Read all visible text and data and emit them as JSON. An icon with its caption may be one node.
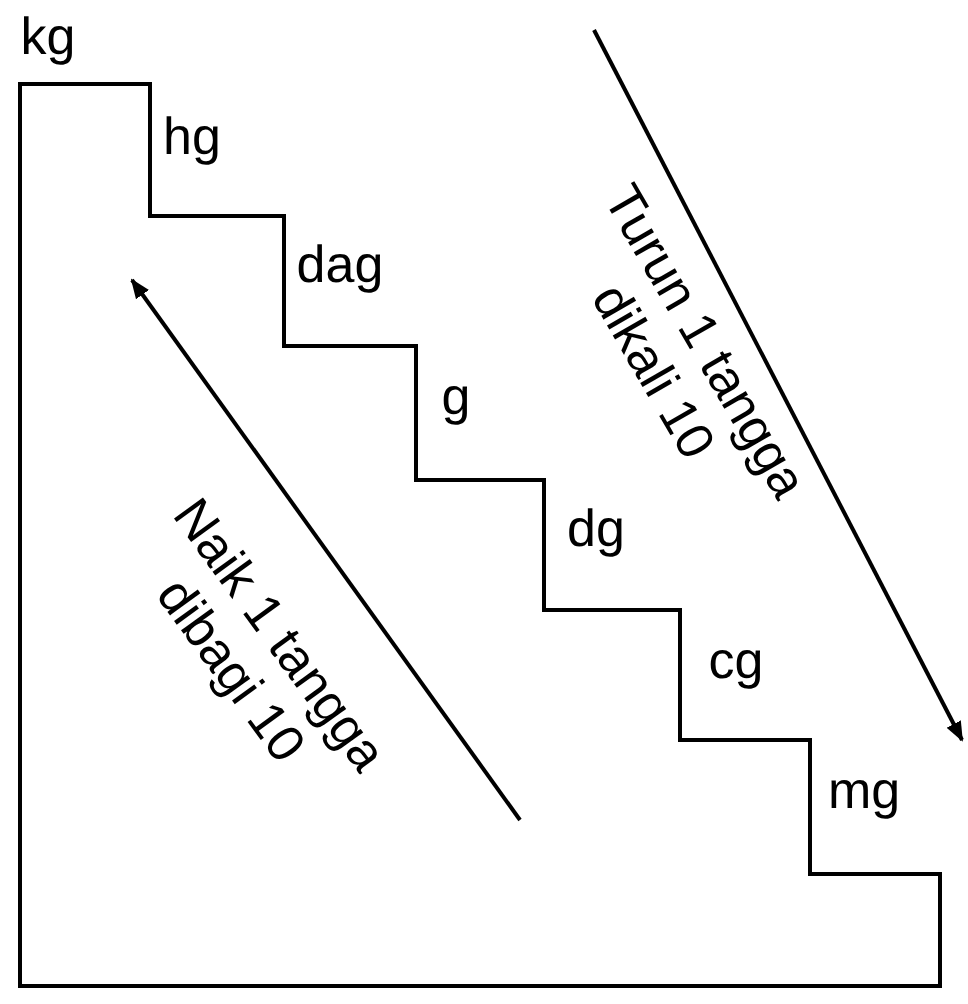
{
  "diagram": {
    "labels": [
      "kg",
      "hg",
      "dag",
      "g",
      "dg",
      "cg",
      "mg",
      "Turun 1 tangga dikali 10",
      "Naik 1 tangga dibagi 10"
    ]
  }
}
